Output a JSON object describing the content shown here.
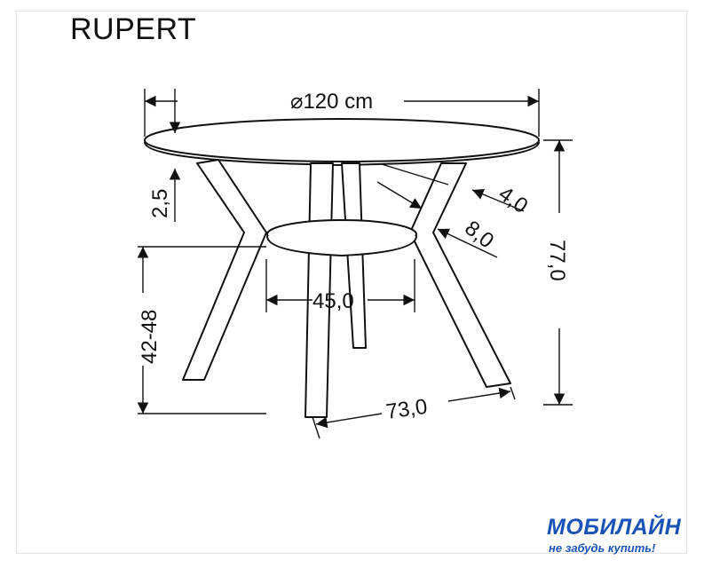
{
  "title": "RUPERT",
  "dimensions": {
    "diameter": "⌀120 cm",
    "top_thickness": "2,5",
    "leg_width_a": "4,0",
    "leg_width_b": "8,0",
    "total_height": "77,0",
    "shelf_height": "42-48",
    "shelf_diameter": "45,0",
    "base_width": "73,0"
  },
  "logo": {
    "word": "МОБИЛАЙН",
    "slogan": "не забудь купить!",
    "colors": {
      "blue": "#1a53b8",
      "red": "#e4262b"
    }
  }
}
